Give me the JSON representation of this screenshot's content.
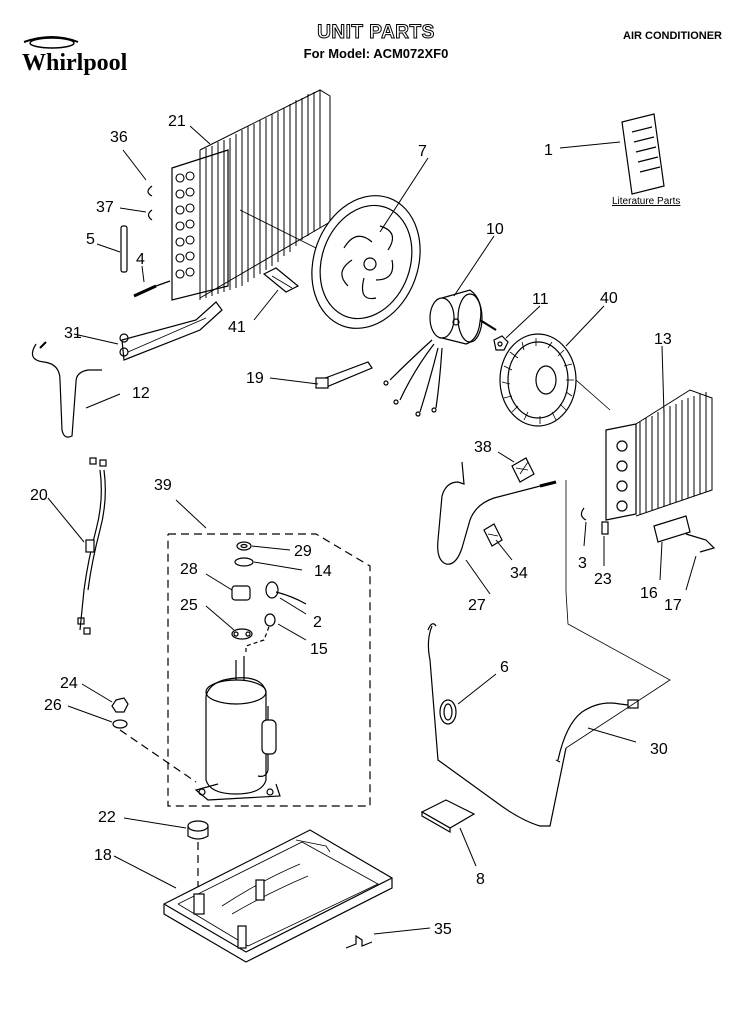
{
  "header": {
    "brand": "Whirlpool",
    "title": "UNIT PARTS",
    "subtitle": "For Model: ACM072XF0",
    "product": "AIR CONDITIONER"
  },
  "literature_label": "Literature Parts",
  "callouts": [
    "1",
    "2",
    "3",
    "4",
    "5",
    "6",
    "7",
    "8",
    "10",
    "11",
    "12",
    "13",
    "14",
    "15",
    "16",
    "17",
    "18",
    "19",
    "20",
    "21",
    "22",
    "23",
    "24",
    "25",
    "26",
    "27",
    "28",
    "29",
    "30",
    "31",
    "34",
    "35",
    "36",
    "37",
    "38",
    "39",
    "40",
    "41"
  ]
}
